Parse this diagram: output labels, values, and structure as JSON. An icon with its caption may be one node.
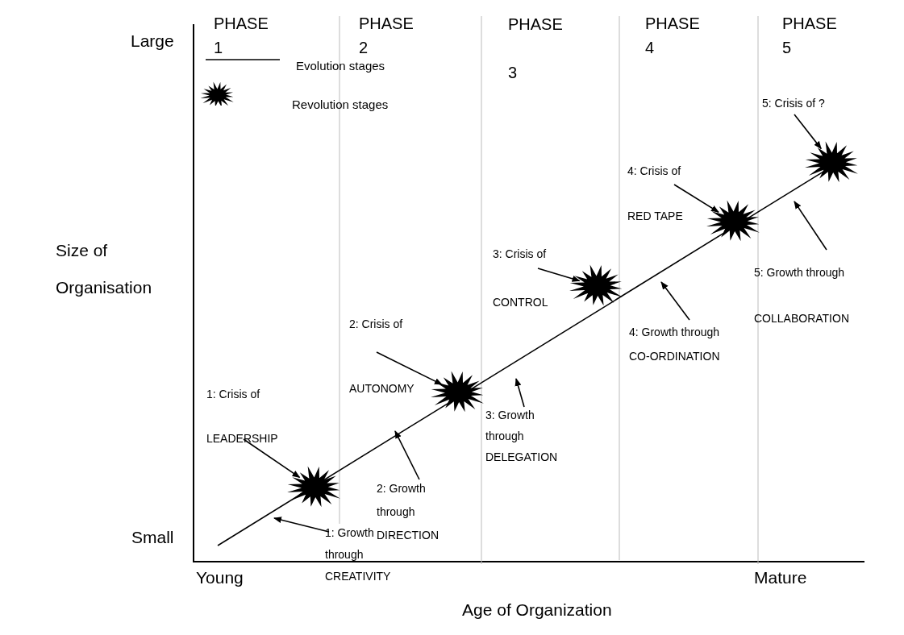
{
  "diagram": {
    "nodes": [
      {
        "text": [
          "1: Crisis of LEADERSHIP"
        ]
      },
      {
        "text": [],
        "shape": "star"
      },
      {
        "text": [
          "1: Growth through CREATIVITY"
        ]
      },
      {
        "text": [
          "2: Crisis of AUTONOMY"
        ]
      },
      {
        "text": [],
        "shape": "star"
      },
      {
        "text": [
          "2: Growth through DIRECTION"
        ]
      },
      {
        "text": [
          "3: Crisis of CONTROL"
        ]
      },
      {
        "text": [],
        "shape": "star"
      },
      {
        "text": [
          "3: Growth through DELEGATION"
        ]
      },
      {
        "text": [
          "4: Crisis of RED TAPE"
        ]
      },
      {
        "text": [],
        "shape": "star"
      },
      {
        "text": [
          "4: Growth through CO-ORDINATION"
        ]
      },
      {
        "text": [
          "5: Crisis of ?"
        ]
      },
      {
        "text": [],
        "shape": "star"
      },
      {
        "text": [
          "5: Growth through COLLABORATION"
        ]
      }
    ],
    "edges": [
      {
        "from": 0,
        "to": 1,
        "arrow": "to"
      },
      {
        "from": 2,
        "to": null,
        "arrow": "to"
      },
      {
        "from": 3,
        "to": 4,
        "arrow": "to"
      },
      {
        "from": 5,
        "to": null,
        "arrow": "to"
      },
      {
        "from": 6,
        "to": 7,
        "arrow": "to"
      },
      {
        "from": 8,
        "to": null,
        "arrow": "to"
      },
      {
        "from": 9,
        "to": 10,
        "arrow": "to"
      },
      {
        "from": 11,
        "to": null,
        "arrow": "to"
      },
      {
        "from": 12,
        "to": 13,
        "arrow": "to"
      },
      {
        "from": 14,
        "to": null,
        "arrow": "to"
      }
    ],
    "labels": [
      "PHASE 1",
      "PHASE 2",
      "PHASE 3",
      "PHASE 4",
      "PHASE 5",
      "Large",
      "Size of Organisation",
      "Small",
      "Young",
      "Mature",
      "Age of Organization"
    ],
    "legend": [
      {
        "text": "Evolution stages"
      },
      {
        "text": "Revolution stages"
      }
    ]
  }
}
